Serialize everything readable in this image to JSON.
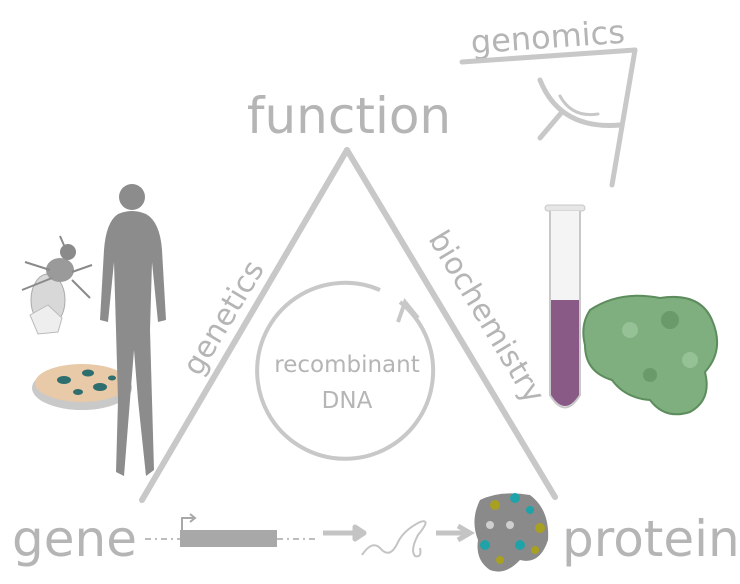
{
  "labels": {
    "function": "function",
    "gene": "gene",
    "protein": "protein",
    "genetics": "genetics",
    "biochemistry": "biochemistry",
    "genomics": "genomics",
    "recombinant": "recombinant",
    "dna": "DNA"
  },
  "colors": {
    "label_gray": "#b5b5b5",
    "tube_liquid": "#8a5a86",
    "protein_green": "#7fae7f",
    "protein_cyan": "#1fa3a8",
    "protein_yellow": "#a8a020",
    "silhouette": "#8c8c8c",
    "dish": "#e8c9a8",
    "colony": "#2e6e6e"
  }
}
